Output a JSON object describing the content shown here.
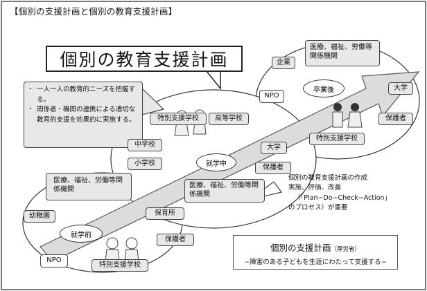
{
  "frame_title": "【個別の支援計画と個別の教育支援計画】",
  "main_title": "個別の教育支援計画",
  "left_callout": [
    "一人一人の教育的ニーズを把握する。",
    "関係者・機関の連携による適切な教育的支援を効果的に実施する。"
  ],
  "pdca": {
    "line1": "個別の教育支援計画の作成",
    "line2": "実施、評価、改善",
    "line3": "（「Plan−Do−Check−Action」",
    "line4": "のプロセス）が重要"
  },
  "plan_box": {
    "title": "個別の支援計画",
    "title_note": "（厚労省）",
    "subtitle": "−障害のある子どもを生涯にわたって支援する−"
  },
  "stages": {
    "preschool": "就学前",
    "school": "就学中",
    "after": "卒業後"
  },
  "nodes": {
    "medical_top": "医療、福祉、労働等関係機関",
    "company": "企業",
    "npo_top": "NPO",
    "university_top": "大学",
    "guardian_top": "保護者",
    "special_school_top": "特別支援学校",
    "special_school_mid": "特別支援学校",
    "high_school": "高等学校",
    "junior_high": "中学校",
    "elementary": "小学校",
    "university_mid": "大学",
    "guardian_mid": "保護者",
    "medical_mid": "医療、福祉、労働等関係機関",
    "medical_left": "医療、福祉、労働等関係機関",
    "kindergarten": "幼稚園",
    "nursery": "保育所",
    "guardian_bottom": "保護者",
    "npo_bottom": "NPO",
    "special_school_bottom": "特別支援学校"
  },
  "colors": {
    "node_fill": "#e8e8e8",
    "arrow_fill": "#dcdcdc",
    "stroke": "#444444"
  }
}
